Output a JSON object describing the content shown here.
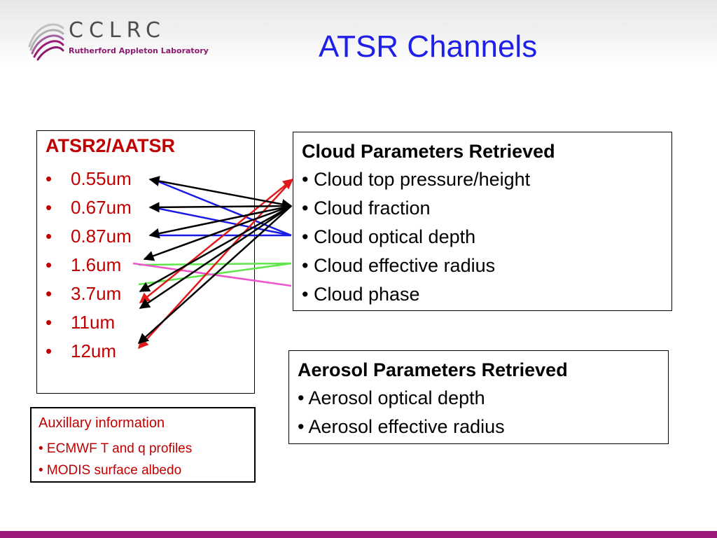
{
  "logo": {
    "name": "CCLRC",
    "subtitle": "Rutherford Appleton Laboratory"
  },
  "title": "ATSR Channels",
  "channels": {
    "heading": "ATSR2/AATSR",
    "bullet": "•",
    "items": [
      "0.55um",
      "0.67um",
      "0.87um",
      "1.6um",
      "3.7um",
      "11um",
      "12um"
    ]
  },
  "auxiliary": {
    "heading": "Auxillary information",
    "items": [
      "• ECMWF T and q profiles",
      "• MODIS surface albedo"
    ]
  },
  "cloud_parameters": {
    "heading": "Cloud Parameters Retrieved",
    "items": [
      "• Cloud top pressure/height",
      "• Cloud fraction",
      "• Cloud optical depth",
      "• Cloud effective radius",
      "• Cloud phase"
    ]
  },
  "aerosol_parameters": {
    "heading": "Aerosol Parameters Retrieved",
    "items": [
      "• Aerosol optical depth",
      "• Aerosol effective radius"
    ]
  },
  "colors": {
    "title": "#1f1fe8",
    "channel_text": "#c00000",
    "footer": "#9c1a78",
    "connector_black": "#000000",
    "connector_blue": "#1a1ae6",
    "connector_red": "#e01a1a",
    "connector_green": "#5ee64a",
    "connector_pink": "#ee55cc"
  }
}
